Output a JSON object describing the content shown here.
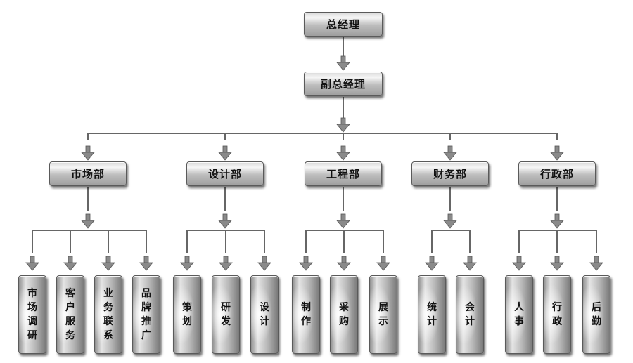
{
  "org": {
    "ceo": "总经理",
    "vice": "副总经理",
    "departments": [
      {
        "name": "市场部",
        "units": [
          "市场调研",
          "客户服务",
          "业务联系",
          "品牌推广"
        ]
      },
      {
        "name": "设计部",
        "units": [
          "策划",
          "研发",
          "设计"
        ]
      },
      {
        "name": "工程部",
        "units": [
          "制作",
          "采购",
          "展示"
        ]
      },
      {
        "name": "财务部",
        "units": [
          "统计",
          "会计"
        ]
      },
      {
        "name": "行政部",
        "units": [
          "人事",
          "行政",
          "后勤"
        ]
      }
    ]
  },
  "colors": {
    "line": "#666666",
    "arrow": "#8a8a8a",
    "border": "#5a5a5a"
  }
}
